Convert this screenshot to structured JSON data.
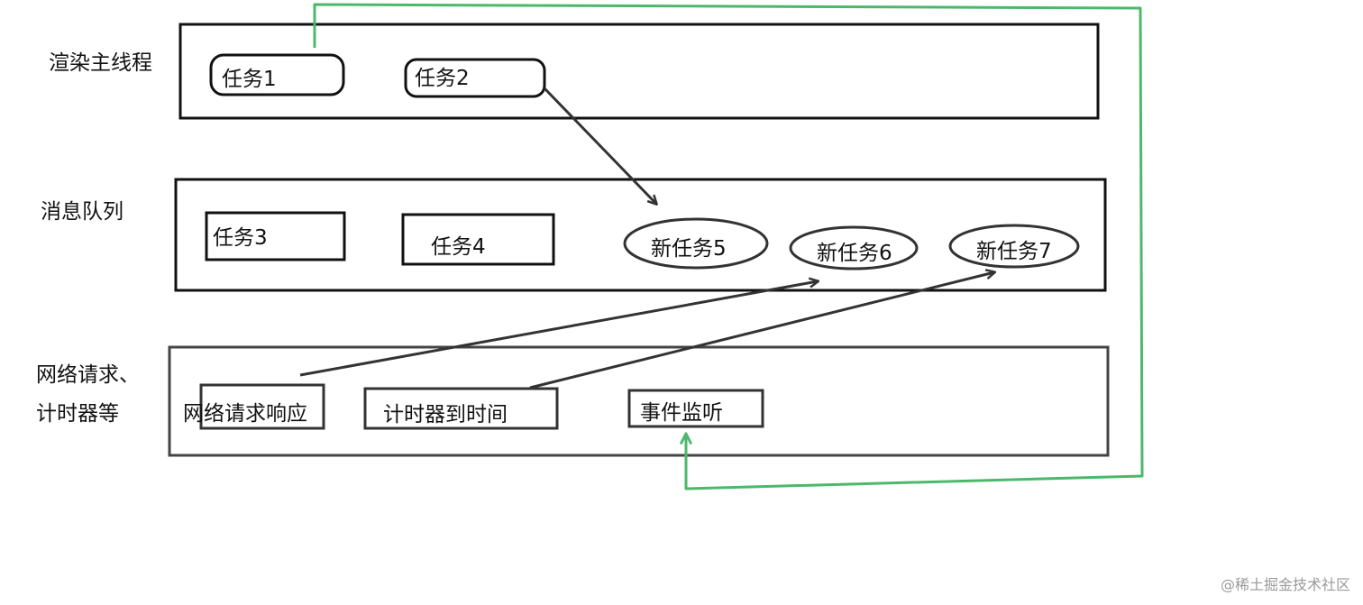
{
  "lanes": {
    "render": {
      "label": "渲染主线程"
    },
    "queue": {
      "label": "消息队列"
    },
    "io": {
      "label_line1": "网络请求、",
      "label_line2": "计时器等"
    }
  },
  "tasks": {
    "task1": "任务1",
    "task2": "任务2",
    "task3": "任务3",
    "task4": "任务4",
    "new5": "新任务5",
    "new6": "新任务6",
    "new7": "新任务7"
  },
  "sources": {
    "network": "网络请求响应",
    "timer": "计时器到时间",
    "event": "事件监听"
  },
  "colors": {
    "stroke": "#111111",
    "io_stroke": "#444444",
    "green": "#4cb86b"
  },
  "watermark": "@稀土掘金技术社区"
}
